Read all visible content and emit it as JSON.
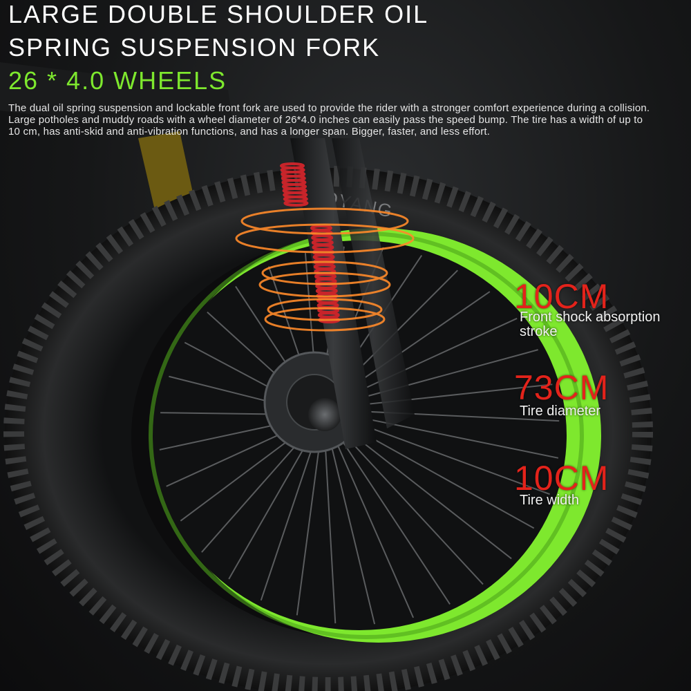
{
  "headline": {
    "line1": "LARGE DOUBLE SHOULDER OIL",
    "line2": "SPRING SUSPENSION FORK",
    "line3": "26 * 4.0 WHEELS"
  },
  "description": "The dual oil spring suspension and lockable front fork are used to provide the rider with a stronger comfort experience during a collision. Large potholes and muddy roads with a wheel diameter of 26*4.0 inches can easily pass the speed bump. The tire has a width of up to 10 cm, has anti-skid and anti-vibration functions, and has a longer span. Bigger, faster, and less effort.",
  "specs": [
    {
      "value": "10CM",
      "label": "Front shock absorption stroke"
    },
    {
      "value": "73CM",
      "label": "Tire diameter"
    },
    {
      "value": "10CM",
      "label": "Tire width"
    }
  ],
  "tire_brand": "LAOYANG",
  "colors": {
    "accent_green": "#7ee82e",
    "spec_red": "#e3231b",
    "spring_red": "#c8242a",
    "ring_orange": "#ff8a2a",
    "tire_black": "#1c1d1e"
  }
}
